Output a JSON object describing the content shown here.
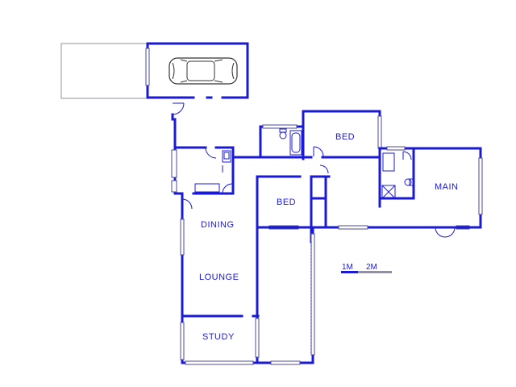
{
  "rooms": {
    "bed1": "BED",
    "bed2": "BED",
    "main": "MAIN",
    "dining": "DINING",
    "lounge": "LOUNGE",
    "study": "STUDY"
  },
  "scale": {
    "label_1m": "1M",
    "label_2m": "2M"
  },
  "colors": {
    "wall": "#1a1ad6",
    "background": "#ffffff"
  },
  "icons": [
    "car-icon"
  ]
}
